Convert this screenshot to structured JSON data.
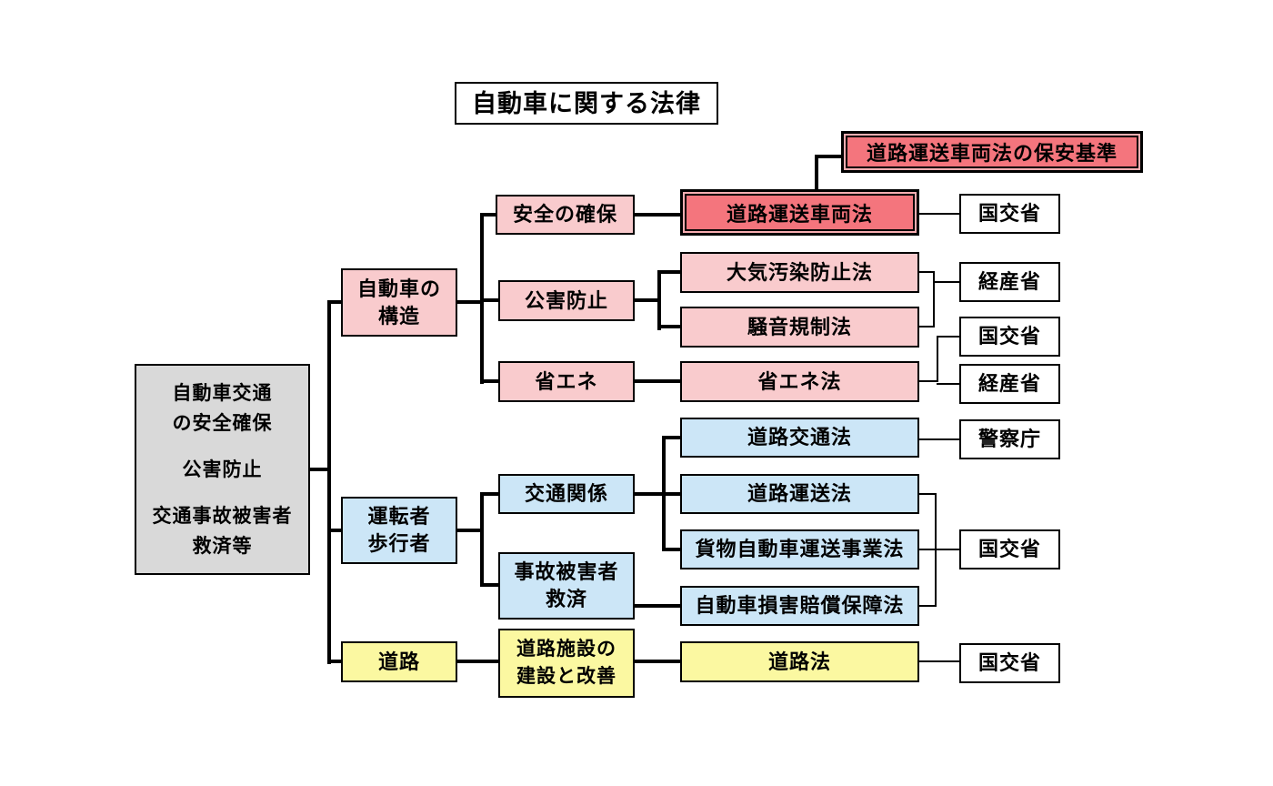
{
  "title": "自動車に関する法律",
  "colors": {
    "highlight_red": "#F4757D",
    "light_pink": "#F9CBCD",
    "light_blue": "#CCE6F7",
    "light_yellow": "#FBF8A1",
    "gray": "#D9D9D9",
    "line_black": "#000000"
  },
  "root_box": {
    "line1": "自動車交通",
    "line2": "の安全確保",
    "line3": "公害防止",
    "line4": "交通事故被害者",
    "line5": "救済等"
  },
  "highlight_box": {
    "label": "道路運送車両法の保安基準"
  },
  "categories": [
    {
      "line1": "自動車の",
      "line2": "構造"
    },
    {
      "line1": "運転者",
      "line2": "歩行者"
    },
    {
      "label": "道路"
    }
  ],
  "subcategories": [
    {
      "label": "安全の確保"
    },
    {
      "label": "公害防止"
    },
    {
      "label": "省エネ"
    },
    {
      "label": "交通関係"
    },
    {
      "line1": "事故被害者",
      "line2": "救済"
    },
    {
      "line1": "道路施設の",
      "line2": "建設と改善"
    }
  ],
  "laws": [
    {
      "label": "道路運送車両法"
    },
    {
      "label": "大気汚染防止法"
    },
    {
      "label": "騒音規制法"
    },
    {
      "label": "省エネ法"
    },
    {
      "label": "道路交通法"
    },
    {
      "label": "道路運送法"
    },
    {
      "label": "貨物自動車運送事業法"
    },
    {
      "label": "自動車損害賠償保障法"
    },
    {
      "label": "道路法"
    }
  ],
  "ministries": [
    {
      "label": "国交省"
    },
    {
      "label": "経産省"
    },
    {
      "label": "国交省"
    },
    {
      "label": "経産省"
    },
    {
      "label": "警察庁"
    },
    {
      "label": "国交省"
    },
    {
      "label": "国交省"
    }
  ]
}
